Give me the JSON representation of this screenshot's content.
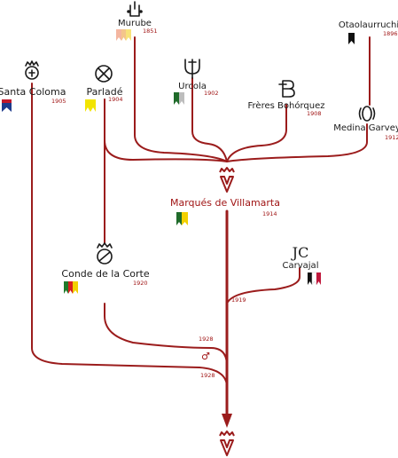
{
  "nodes": {
    "murube": {
      "name": "Murube",
      "year": "1851",
      "flag": [
        "#f4b6a0",
        "#f4c58a",
        "#f7e27a"
      ]
    },
    "otaolaurruchi": {
      "name": "Otaolaurruchi",
      "year": "1896",
      "flag": [
        "#111111",
        "#111111"
      ]
    },
    "santa_coloma": {
      "name": "Santa Coloma",
      "year": "1905",
      "flag": [
        "#c0182a",
        "#1c3a8c"
      ]
    },
    "parlade": {
      "name": "Parladé",
      "year": "1904",
      "flag": [
        "#f2e400",
        "#f2e400"
      ]
    },
    "urcola": {
      "name": "Urcola",
      "year": "1902",
      "flag": [
        "#1f6b2a",
        "#bdbdbd"
      ]
    },
    "freres_bohorquez": {
      "name": "Frères Bohórquez",
      "year": "1908"
    },
    "medina_garvey": {
      "name": "Medina Garvey",
      "year": "1912"
    },
    "marques_villamarta": {
      "name": "Marqués de Villamarta",
      "year": "1914",
      "flag": [
        "#1f6b2a",
        "#f2d000"
      ]
    },
    "conde_de_la_corte": {
      "name": "Conde de la Corte",
      "year": "1920",
      "flag": [
        "#1f7a2a",
        "#d81e1e",
        "#f2d000"
      ]
    },
    "carvajal": {
      "name": "Carvajal",
      "year": "",
      "brand_text": "JC",
      "flag": [
        "#111111",
        "#ffffff",
        "#c0183c"
      ]
    }
  },
  "edges": {
    "carvajal_year": "1919",
    "conde_year": "1928",
    "santa_coloma_year": "1928",
    "male_symbol": "♂"
  },
  "colors": {
    "lineage": "#9b1c1c",
    "text": "#1a1a1a"
  }
}
